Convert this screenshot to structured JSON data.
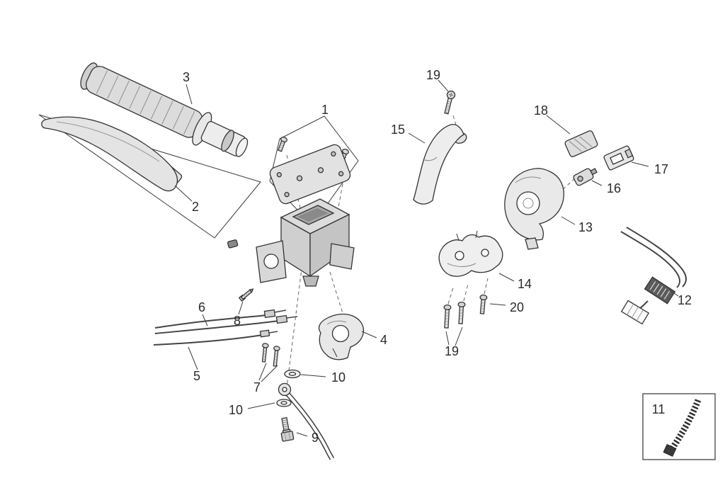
{
  "diagram": {
    "type": "exploded-parts-diagram",
    "subject": "handlebar controls",
    "colors": {
      "background": "#ffffff",
      "line": "#333333",
      "label": "#2b2b2b"
    },
    "callouts": {
      "part1": "1",
      "part2": "2",
      "part3": "3",
      "part4": "4",
      "part5": "5",
      "part6": "6",
      "part7": "7",
      "part8": "8",
      "part9": "9",
      "part10_upper": "10",
      "part10_lower": "10",
      "part11": "11",
      "part12": "12",
      "part13": "13",
      "part14": "14",
      "part15": "15",
      "part16": "16",
      "part17": "17",
      "part18": "18",
      "part19_top": "19",
      "part19_bottom": "19",
      "part20": "20"
    }
  }
}
